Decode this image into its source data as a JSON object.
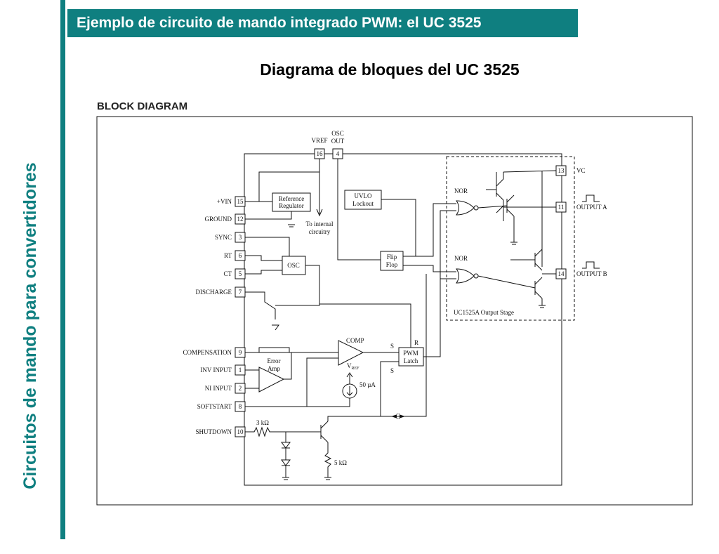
{
  "slide": {
    "side_title": "Circuitos de mando para convertidores",
    "header": "Ejemplo de circuito de mando integrado PWM: el UC 3525",
    "subtitle": "Diagrama de bloques del UC 3525",
    "block_label": "BLOCK DIAGRAM"
  },
  "diagram": {
    "pins_left": [
      {
        "num": "15",
        "name": "+VIN"
      },
      {
        "num": "12",
        "name": "GROUND"
      },
      {
        "num": "3",
        "name": "SYNC"
      },
      {
        "num": "6",
        "name": "RT"
      },
      {
        "num": "5",
        "name": "CT"
      },
      {
        "num": "7",
        "name": "DISCHARGE"
      },
      {
        "num": "9",
        "name": "COMPENSATION"
      },
      {
        "num": "1",
        "name": "INV INPUT"
      },
      {
        "num": "2",
        "name": "NI INPUT"
      },
      {
        "num": "8",
        "name": "SOFTSTART"
      },
      {
        "num": "10",
        "name": "SHUTDOWN"
      }
    ],
    "pins_top": [
      {
        "num": "16",
        "name": "VREF"
      },
      {
        "num": "4",
        "name": "OSC\nOUT"
      }
    ],
    "pins_right": [
      {
        "num": "13",
        "name": "VC"
      },
      {
        "num": "11",
        "name": "OUTPUT A"
      },
      {
        "num": "14",
        "name": "OUTPUT B"
      }
    ],
    "blocks": {
      "ref_reg": "Reference\nRegulator",
      "uvlo": "UVLO\nLockout",
      "osc": "OSC",
      "flipflop": "Flip\nFlop",
      "pwm_latch": "PWM\nLatch",
      "error_amp": "Error\nAmp",
      "comp": "COMP",
      "to_internal": "To internal\ncircuitry",
      "output_stage": "UC1525A Output Stage",
      "nor": "NOR",
      "vref_label": "VREF",
      "current_src": "50 µA",
      "r1": "3 kΩ",
      "r2": "5 kΩ",
      "s": "S",
      "r": "R"
    }
  }
}
